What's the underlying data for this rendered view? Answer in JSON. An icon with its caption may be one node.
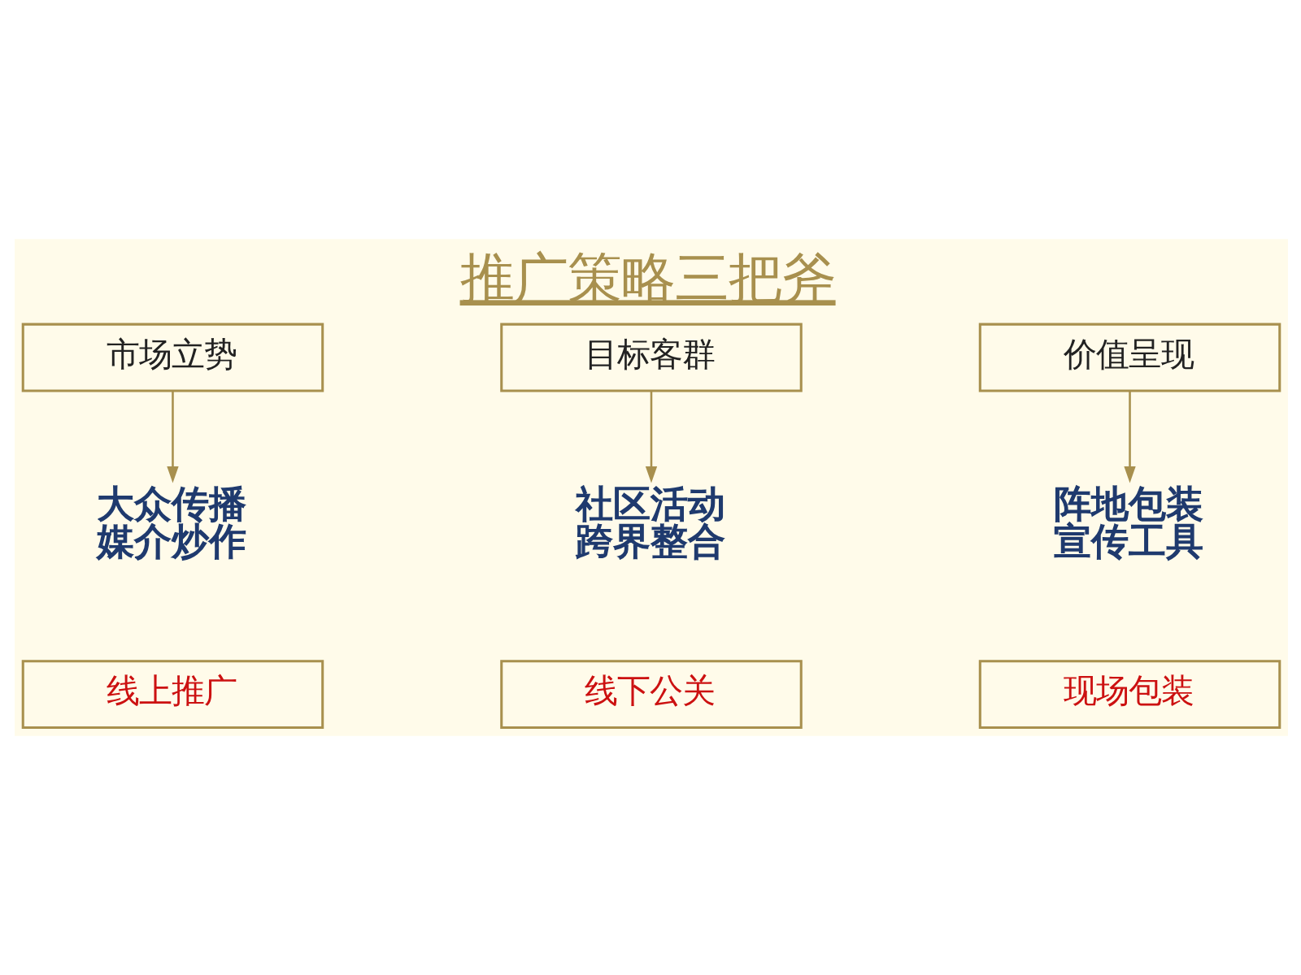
{
  "diagram": {
    "title": "推广策略三把斧",
    "nodes": [
      {
        "text": [
          "市场立势"
        ]
      },
      {
        "text": [
          "目标客群"
        ]
      },
      {
        "text": [
          "价值呈现"
        ]
      },
      {
        "text": [
          "大众传播",
          "媒介炒作"
        ]
      },
      {
        "text": [
          "社区活动",
          "跨界整合"
        ]
      },
      {
        "text": [
          "阵地包装",
          "宣传工具"
        ]
      },
      {
        "text": [
          "线上推广"
        ]
      },
      {
        "text": [
          "线下公关"
        ]
      },
      {
        "text": [
          "现场包装"
        ]
      }
    ],
    "edges": [
      {
        "from": 0,
        "to": 3,
        "arrow": "to"
      },
      {
        "from": 1,
        "to": 4,
        "arrow": "to"
      },
      {
        "from": 2,
        "to": 5,
        "arrow": "to"
      }
    ]
  }
}
